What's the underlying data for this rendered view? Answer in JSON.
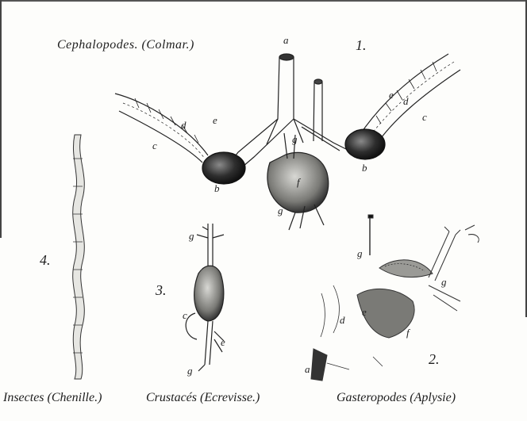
{
  "plate": {
    "title": "Cephalopodes. (Colmar.)",
    "figure_numbers": [
      "1.",
      "2.",
      "3.",
      "4."
    ],
    "letters": {
      "a": "a",
      "b": "b",
      "c": "c",
      "d": "d",
      "e": "e",
      "f": "f",
      "g": "g"
    },
    "captions": {
      "insectes": "Insectes (Chenille.)",
      "crustaces": "Crustacés (Ecrevisse.)",
      "gasteropodes": "Gasteropodes (Aplysie)"
    }
  }
}
